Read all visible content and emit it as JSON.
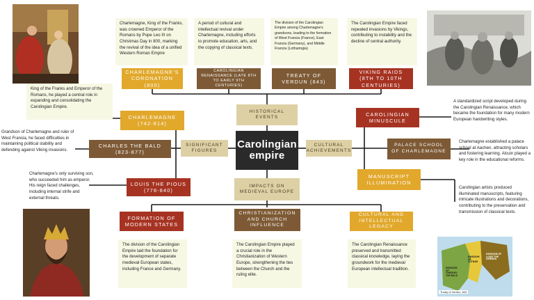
{
  "center": {
    "label": "Carolingian empire"
  },
  "hubs": {
    "historical_events": "HISTORICAL EVENTS",
    "significant_figures": "SIGNIFICANT FIGURES",
    "cultural_achievements": "CULTURAL ACHIEVEMENTS",
    "impacts": "IMPACTS ON MEDIEVAL EUROPE"
  },
  "events": [
    {
      "label": "CHARLEMAGNE'S CORONATION (800)",
      "desc": "Charlemagne, King of the Franks, was crowned Emperor of the Romans by Pope Leo III on Christmas Day in 800, marking the revival of the idea of a unified Western Roman Empire"
    },
    {
      "label": "CAROLINGIAN RENAISSANCE (LATE 8TH TO EARLY 9TH CENTURIES)",
      "desc": "A period of cultural and intellectual revival under Charlemagne, including efforts to promote education, arts, and the copying of classical texts."
    },
    {
      "label": "TREATY OF VERDUN (843)",
      "desc": "The division of the Carolingian Empire among Charlemagne's grandsons, leading to the formation of West Francia (France), East Francia (Germany), and Middle Francia (Lotharingia)"
    },
    {
      "label": "VIKING RAIDS (8TH TO 10TH CENTURIES)",
      "desc": "The Carolingian Empire faced repeated invasions by Vikings, contributing to instability and the decline of central authority."
    }
  ],
  "figures": [
    {
      "label": "CHARLEMAGNE (742-814)",
      "desc": "King of the Franks and Emperor of the Romans, he played a central role in expanding and consolidating the Carolingian Empire."
    },
    {
      "label": "CHARLES THE BALD (823-877)",
      "desc": "Grandson of Charlemagne and ruler of West Francia, he faced difficulties in maintaining political stability and defending against Viking invasions."
    },
    {
      "label": "LOUIS THE PIOUS (778-840)",
      "desc": "Charlemagne's only surviving son, who succeeded him as emperor. His reign faced challenges, including internal strife and external threats."
    }
  ],
  "achievements": [
    {
      "label": "CAROLINGIAN MINUSCULE",
      "desc": "A standardized script developed during the Carolingian Renaissance, which became the foundation for many modern European handwriting styles."
    },
    {
      "label": "PALACE SCHOOL OF CHARLEMAGNE",
      "desc": "Charlemagne established a palace school at Aachen, attracting scholars and fostering learning. Alcuin played a key role in the educational reforms."
    },
    {
      "label": "MANUSCRIPT ILLUMINATION",
      "desc": "Carolingian artists produced illuminated manuscripts, featuring intricate illustrations and decorations, contributing to the preservation and transmission of classical texts."
    }
  ],
  "impacts": [
    {
      "label": "FORMATION OF MODERN STATES",
      "desc": "The division of the Carolingian Empire laid the foundation for the development of separate medieval European states, including France and Germany."
    },
    {
      "label": "CHRISTIANIZATION AND CHURCH INFLUENCE",
      "desc": "The Carolingian Empire played a crucial role in the Christianization of Western Europe, strengthening the ties between the Church and the ruling elite."
    },
    {
      "label": "CULTURAL AND INTELLECTUAL LEGACY",
      "desc": "The Carolingian Renaissance preserved and transmitted classical knowledge, laying the groundwork for the medieval European intellectual tradition."
    }
  ],
  "map": {
    "regions": [
      "KINGDOM OF CHARLES THE BALD",
      "KINGDOM OF LOTHAR",
      "KINGDOM OF LOUIS THE GERMAN"
    ],
    "caption": "Treaty of Verdun, 843"
  },
  "colors": {
    "gold": "#e1a82b",
    "brown": "#7d5a35",
    "red": "#a63322",
    "tan": "#ddd0a5",
    "center": "#2a2a2a",
    "line": "#1a1a1a"
  }
}
